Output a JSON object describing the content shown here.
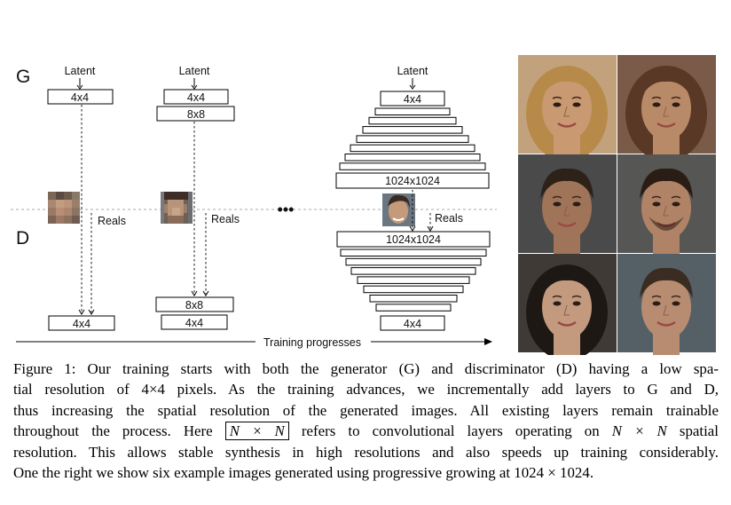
{
  "figure": {
    "g_label": "G",
    "d_label": "D",
    "latent": "Latent",
    "reals": "Reals",
    "ellipsis": "•••",
    "training_progresses": "Training progresses",
    "col1": {
      "g_boxes": [
        "4x4"
      ],
      "d_boxes": [
        "4x4"
      ]
    },
    "col2": {
      "g_boxes": [
        "4x4",
        "8x8"
      ],
      "d_boxes": [
        "8x8",
        "4x4"
      ]
    },
    "col3": {
      "g_top": "4x4",
      "g_bottom": "1024x1024",
      "d_top": "1024x1024",
      "d_bottom": "4x4"
    }
  },
  "faces": {
    "count": 6,
    "tones": [
      "#c99a72",
      "#b98a68",
      "#a07458",
      "#b08366",
      "#c39a7e",
      "#b78c70"
    ],
    "hair": [
      "#b88a4a",
      "#5a3826",
      "#2e2118",
      "#2a1d15",
      "#1e1814",
      "#3b2c22"
    ],
    "backgrounds": [
      "#c2a27d",
      "#7a5a48",
      "#4a4a4a",
      "#565654",
      "#3f3a36",
      "#556066"
    ]
  },
  "caption": {
    "line1": "Figure 1: Our training starts with both the generator (G) and discriminator (D) having a low spa-",
    "line2": "tial resolution of 4×4 pixels. As the training advances, we incrementally add layers to G and D,",
    "line3": "thus increasing the spatial resolution of the generated images. All existing layers remain trainable",
    "line4_pre": "throughout the process. Here",
    "nxn": "N × N",
    "line4_post": "refers to convolutional layers operating on",
    "line4_nn": "N × N",
    "line4_end": "spatial",
    "line5": "resolution. This allows stable synthesis in high resolutions and also speeds up training considerably.",
    "line6": "One the right we show six example images generated using progressive growing at 1024 × 1024."
  }
}
